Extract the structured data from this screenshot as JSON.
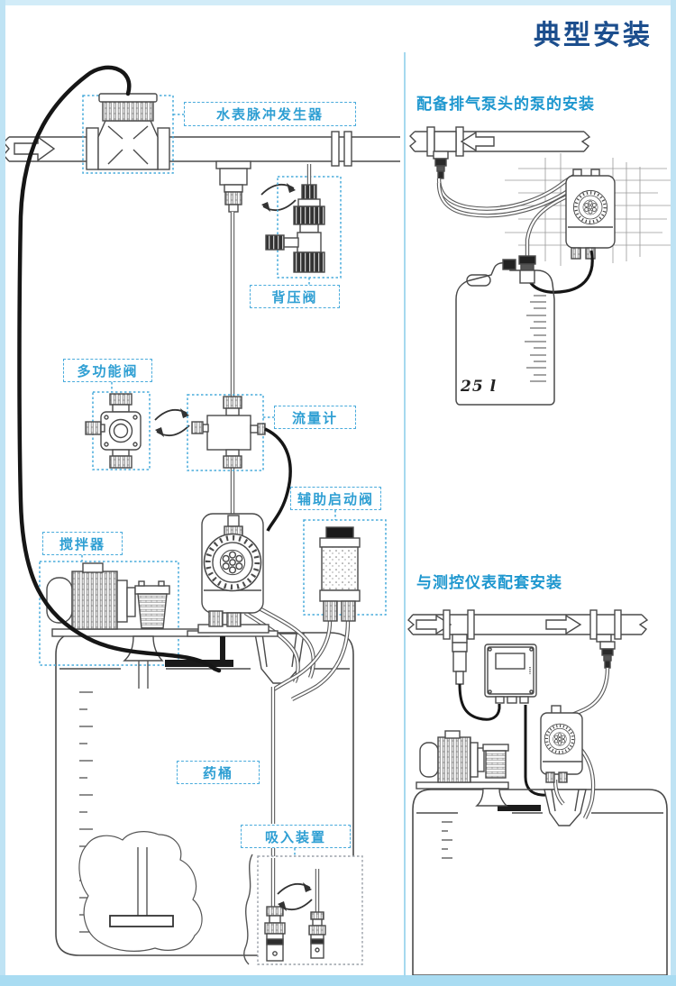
{
  "page": {
    "title": "典型安装",
    "background": "#ffffff",
    "frame_color": "#bfe3f4"
  },
  "colors": {
    "title": "#1c4e8d",
    "section_heading": "#1e97cf",
    "label_text": "#2f9fd3",
    "label_border": "#49abdc",
    "line_art": "#4a4a4a",
    "cable": "#161616",
    "divider": "#a6d9ef"
  },
  "main_diagram": {
    "labels": {
      "water_meter_pulse_generator": "水表脉冲发生器",
      "back_pressure_valve": "背压阀",
      "multifunction_valve": "多功能阀",
      "flow_meter": "流量计",
      "auxiliary_start_valve": "辅助启动阀",
      "agitator": "搅拌器",
      "chemical_tank": "药桶",
      "suction_device": "吸入装置"
    },
    "icons": {
      "flow_arrow": "flow-direction-arrow",
      "swap_arrows": "interchange-arrows"
    }
  },
  "right_column": {
    "degassing_section": {
      "heading": "配备排气泵头的泵的安装",
      "tank_capacity": "25 l"
    },
    "instrument_section": {
      "heading": "与测控仪表配套安装"
    }
  }
}
